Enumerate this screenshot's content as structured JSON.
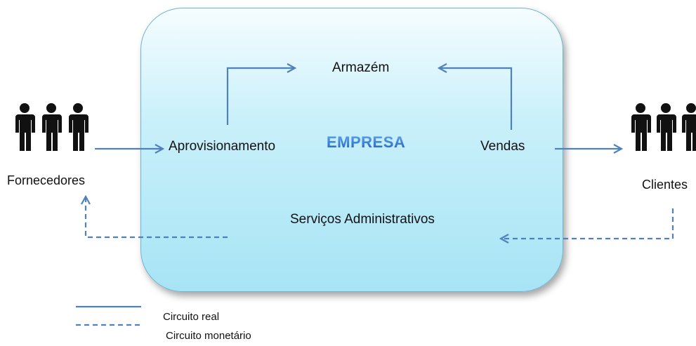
{
  "diagram": {
    "center_label": "EMPRESA",
    "nodes": {
      "armazem": "Armazém",
      "aprovisionamento": "Aprovisionamento",
      "vendas": "Vendas",
      "servicos": "Serviços Administrativos",
      "fornecedores": "Fornecedores",
      "clientes": "Clientes"
    },
    "colors": {
      "arrow": "#4f81bd",
      "box_fill": "#bdeefa",
      "title": "#2e75d6"
    }
  },
  "legend": {
    "real": "Circuito real",
    "monetario": "Circuito monetário"
  }
}
